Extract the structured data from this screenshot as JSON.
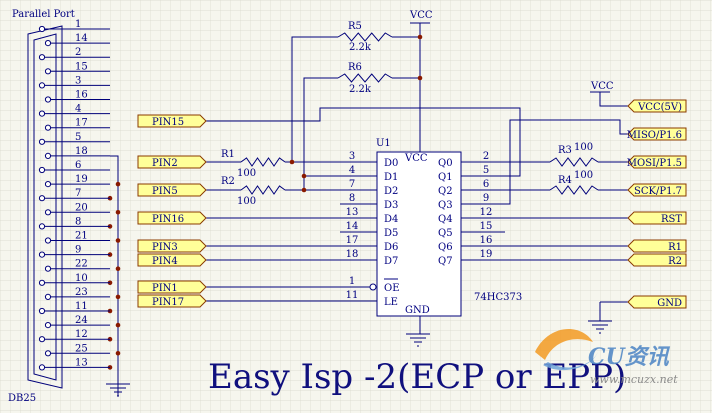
{
  "connector": {
    "title": "Parallel Port",
    "name": "DB25",
    "pins": [
      "1",
      "14",
      "2",
      "15",
      "3",
      "16",
      "4",
      "17",
      "5",
      "18",
      "6",
      "19",
      "7",
      "20",
      "8",
      "21",
      "9",
      "22",
      "10",
      "23",
      "11",
      "24",
      "12",
      "25",
      "13"
    ]
  },
  "ports_left": [
    "PIN15",
    "PIN2",
    "PIN5",
    "PIN16",
    "PIN3",
    "PIN4",
    "PIN1",
    "PIN17"
  ],
  "ports_right": [
    "VCC(5V)",
    "MISO/P1.6",
    "MOSI/P1.5",
    "SCK/P1.7",
    "RST",
    "R1",
    "R2",
    "GND"
  ],
  "resistors": [
    {
      "ref": "R5",
      "value": "2.2k"
    },
    {
      "ref": "R6",
      "value": "2.2k"
    },
    {
      "ref": "R1",
      "value": "100"
    },
    {
      "ref": "R2",
      "value": "100"
    },
    {
      "ref": "R3",
      "value": "100"
    },
    {
      "ref": "R4",
      "value": "100"
    }
  ],
  "power": {
    "vcc_top": "VCC",
    "vcc_right": "VCC"
  },
  "chip": {
    "ref": "U1",
    "part": "74HC373",
    "vcc": "VCC",
    "gnd": "GND",
    "left_pins": [
      {
        "num": "3",
        "name": "D0"
      },
      {
        "num": "4",
        "name": "D1"
      },
      {
        "num": "7",
        "name": "D2"
      },
      {
        "num": "8",
        "name": "D3"
      },
      {
        "num": "13",
        "name": "D4"
      },
      {
        "num": "14",
        "name": "D5"
      },
      {
        "num": "17",
        "name": "D6"
      },
      {
        "num": "18",
        "name": "D7"
      },
      {
        "num": "1",
        "name": "OE"
      },
      {
        "num": "11",
        "name": "LE"
      }
    ],
    "right_pins": [
      {
        "num": "2",
        "name": "Q0"
      },
      {
        "num": "5",
        "name": "Q1"
      },
      {
        "num": "6",
        "name": "Q2"
      },
      {
        "num": "9",
        "name": "Q3"
      },
      {
        "num": "12",
        "name": "Q4"
      },
      {
        "num": "15",
        "name": "Q5"
      },
      {
        "num": "16",
        "name": "Q6"
      },
      {
        "num": "19",
        "name": "Q7"
      }
    ]
  },
  "title": "Easy Isp -2(ECP or EPP)",
  "watermark": {
    "brand": "CU资讯",
    "url": "www.mcuzx.net"
  },
  "colors": {
    "wire": "#00007a",
    "text": "#000080",
    "port_fill": "#ffff99",
    "port_stroke": "#8a3a00",
    "junction": "#8a1a00",
    "grid": "#d8d8cc"
  }
}
